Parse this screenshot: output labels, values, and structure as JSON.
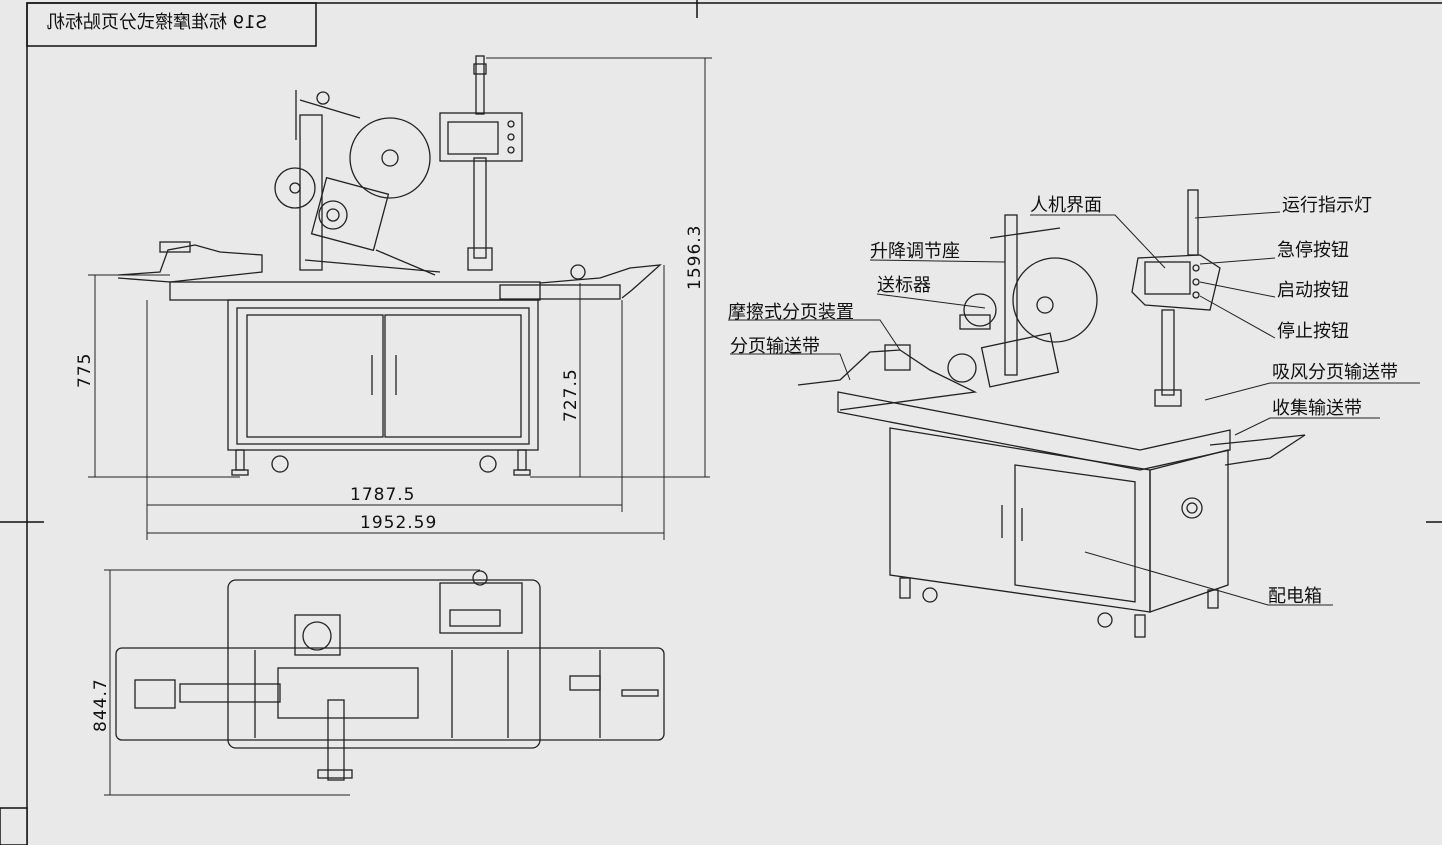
{
  "title_block": {
    "text": "S19 标准摩擦式分页贴标机"
  },
  "front_view": {
    "dims": {
      "width_inner": "1787.5",
      "width_total": "1952.59",
      "height_total": "1596.3",
      "height_table": "775",
      "height_conveyor": "727.5"
    }
  },
  "top_view": {
    "dims": {
      "depth": "844.7"
    }
  },
  "iso_view": {
    "labels": {
      "hmi": "人机界面",
      "run_light": "运行指示灯",
      "lift_seat": "升降调节座",
      "estop": "急停按钮",
      "feeder": "送标器",
      "start": "启动按钮",
      "friction": "摩擦式分页装置",
      "stop": "停止按钮",
      "paging_conveyor": "分页输送带",
      "suction_conveyor": "吸风分页输送带",
      "collect_conveyor": "收集输送带",
      "cabinet": "配电箱"
    }
  }
}
